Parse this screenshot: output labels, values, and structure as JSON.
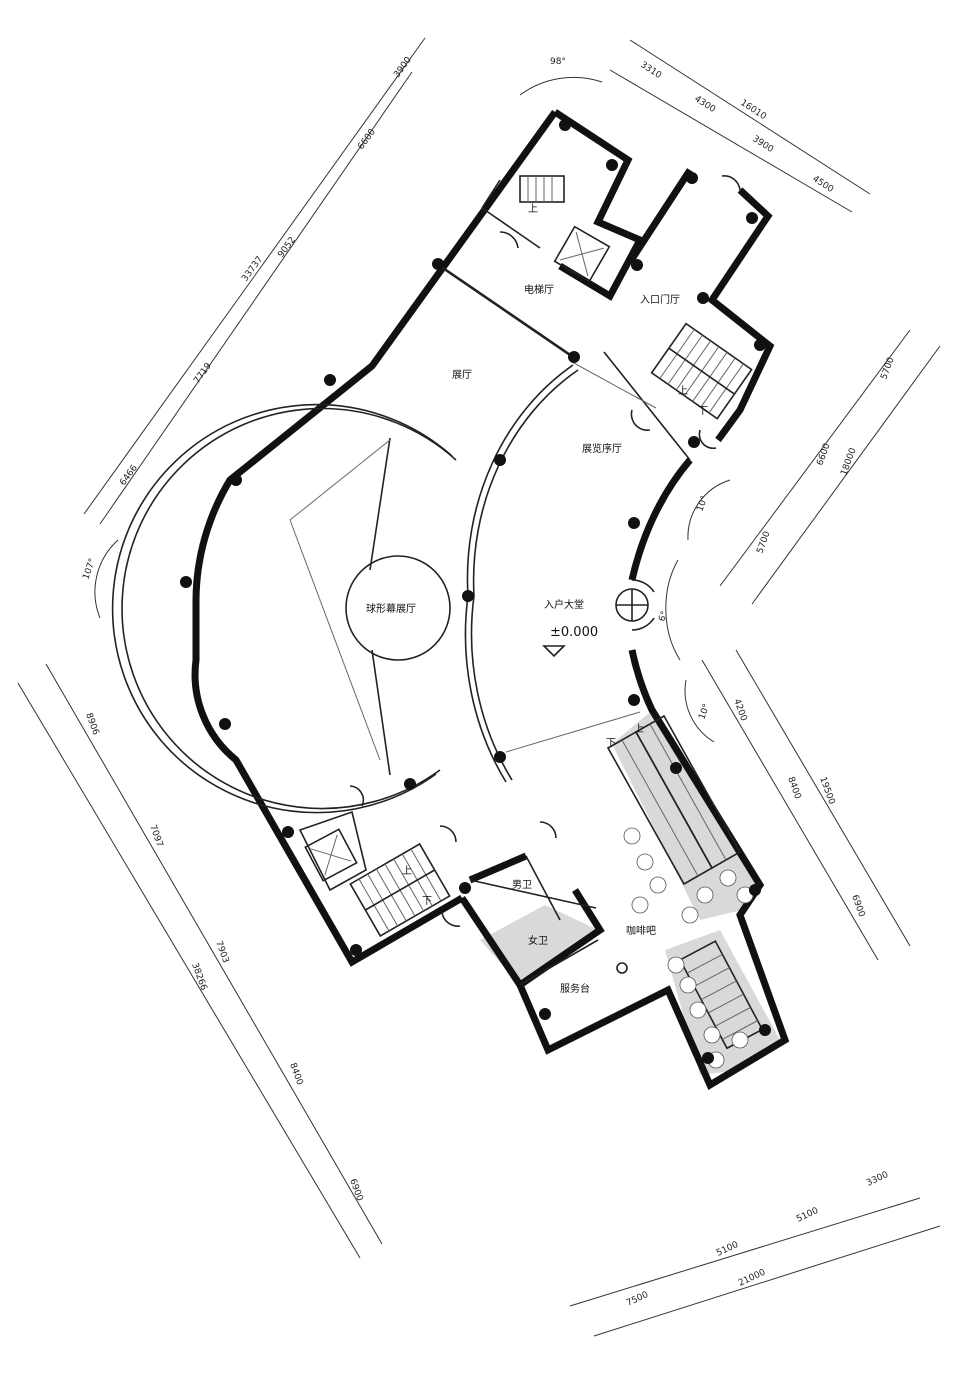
{
  "rooms": {
    "elevator_hall": "电梯厅",
    "entrance_hall": "入口门厅",
    "exhibition_hall": "展厅",
    "exhibition_preface": "展览序厅",
    "spherical_screen": "球形幕展厅",
    "entry_lobby": "入户大堂",
    "elevation": "±0.000",
    "male_wc": "男卫",
    "female_wc": "女卫",
    "cafe": "咖啡吧",
    "service_desk": "服务台"
  },
  "stair_marks": {
    "up": "上",
    "down": "下"
  },
  "angles": {
    "a98": "98°",
    "a107": "107°",
    "a10_top": "10°",
    "a6": "6°",
    "a10_bottom": "10°"
  },
  "dims_top_left": {
    "d3900": "3900",
    "d6600": "6600",
    "d9052": "9052",
    "d33737": "33737",
    "d7719": "7719",
    "d6466": "6466"
  },
  "dims_top_right": {
    "d3310": "3310",
    "d4300": "4300",
    "d16010": "16010",
    "d3900": "3900",
    "d4500": "4500"
  },
  "dims_right": {
    "d5700a": "5700",
    "d6600": "6600",
    "d18000": "18000",
    "d5700b": "5700"
  },
  "dims_right_lower": {
    "d4200": "4200",
    "d8400": "8400",
    "d19500": "19500",
    "d6900": "6900"
  },
  "dims_left": {
    "d8906": "8906",
    "d7097": "7097",
    "d7903": "7903",
    "d38266": "38266",
    "d8400": "8400",
    "d6900": "6900"
  },
  "dims_bottom": {
    "d3300": "3300",
    "d5100a": "5100",
    "d5100b": "5100",
    "d7500": "7500",
    "d21000": "21000"
  }
}
